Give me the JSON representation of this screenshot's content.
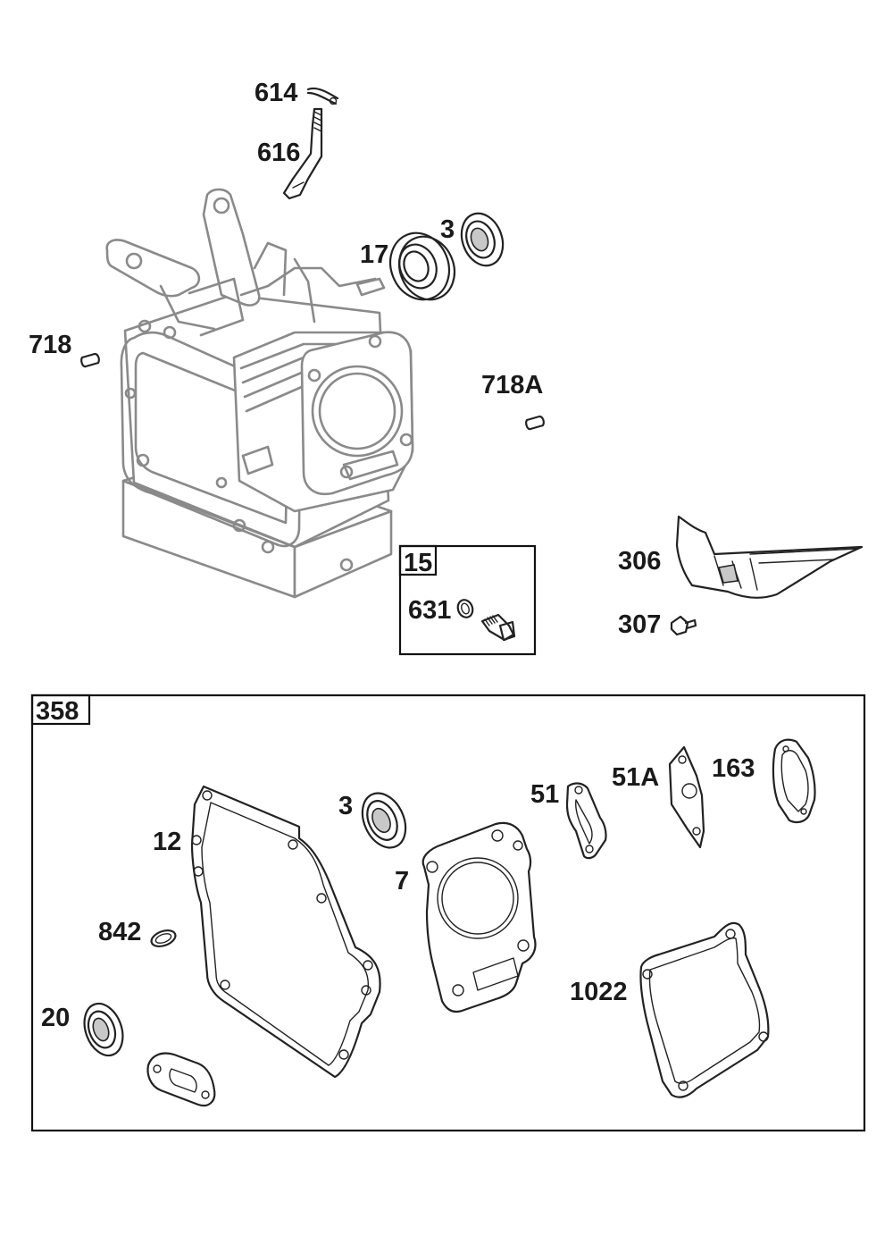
{
  "labels": {
    "p614": "614",
    "p616": "616",
    "p3a": "3",
    "p17": "17",
    "p718": "718",
    "p718a": "718A",
    "p15": "15",
    "p631": "631",
    "p306": "306",
    "p307": "307",
    "p358": "358",
    "p3b": "3",
    "p12": "12",
    "p51": "51",
    "p51a": "51A",
    "p163": "163",
    "p7": "7",
    "p842": "842",
    "p20": "20",
    "p1022": "1022"
  },
  "colors": {
    "ink": "#1a1a1a",
    "ghost_line": "#8a8a8a",
    "background": "#ffffff"
  }
}
